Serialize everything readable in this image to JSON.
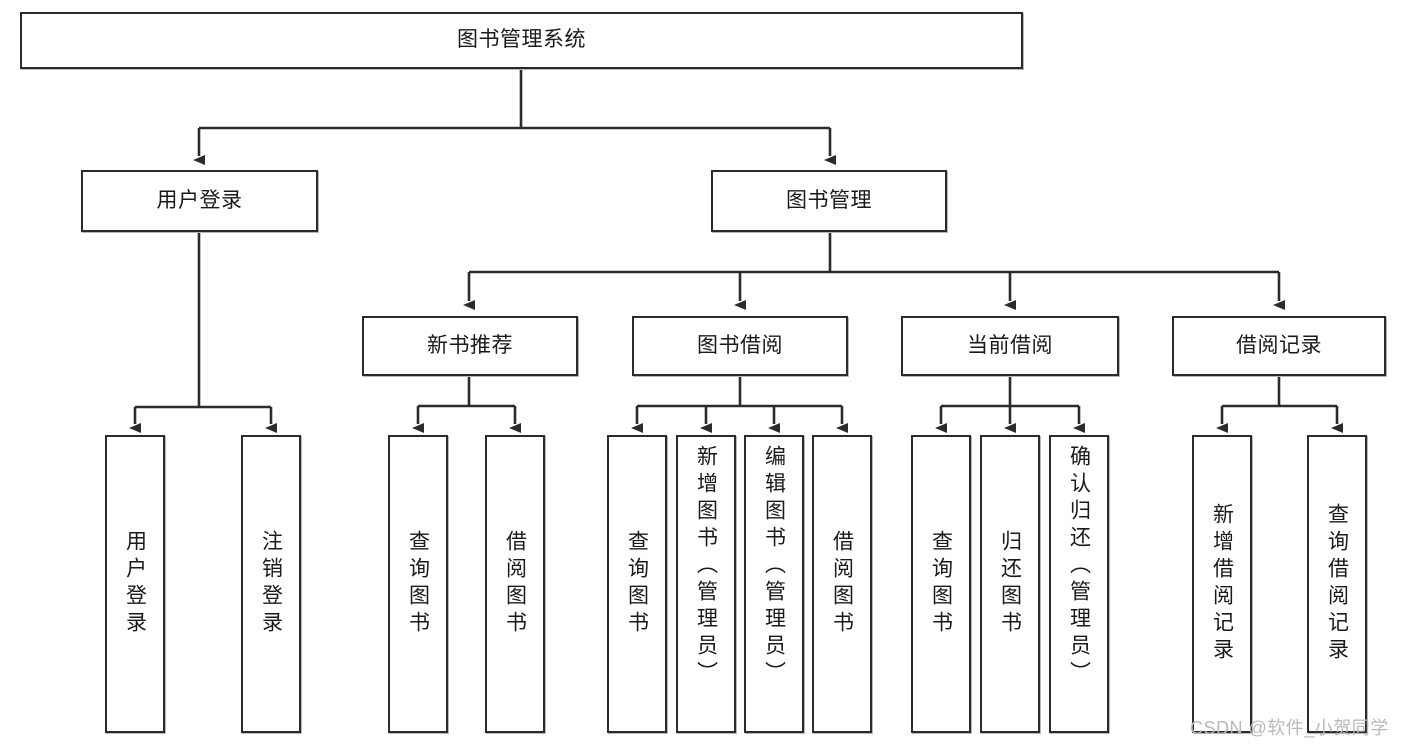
{
  "diagram": {
    "title": "图书管理系统",
    "type": "tree-hierarchy",
    "orientation": "top-down",
    "nodes": {
      "root": {
        "label": "图书管理系统"
      },
      "level2": [
        {
          "id": "user-login",
          "label": "用户登录"
        },
        {
          "id": "book-manage",
          "label": "图书管理"
        }
      ],
      "level3": [
        {
          "id": "new-book-rec",
          "label": "新书推荐"
        },
        {
          "id": "book-borrow",
          "label": "图书借阅"
        },
        {
          "id": "current-borrow",
          "label": "当前借阅"
        },
        {
          "id": "borrow-record",
          "label": "借阅记录"
        }
      ],
      "leaves": {
        "user-login": [
          {
            "id": "leaf-user-login",
            "label": "用户登录"
          },
          {
            "id": "leaf-logout",
            "label": "注销登录"
          }
        ],
        "new-book-rec": [
          {
            "id": "leaf-query-book-1",
            "label": "查询图书"
          },
          {
            "id": "leaf-borrow-book-1",
            "label": "借阅图书"
          }
        ],
        "book-borrow": [
          {
            "id": "leaf-query-book-2",
            "label": "查询图书"
          },
          {
            "id": "leaf-add-book",
            "label": "新增图书（管理员）"
          },
          {
            "id": "leaf-edit-book",
            "label": "编辑图书（管理员）"
          },
          {
            "id": "leaf-borrow-book-2",
            "label": "借阅图书"
          }
        ],
        "current-borrow": [
          {
            "id": "leaf-query-book-3",
            "label": "查询图书"
          },
          {
            "id": "leaf-return-book",
            "label": "归还图书"
          },
          {
            "id": "leaf-confirm-return",
            "label": "确认归还（管理员）"
          }
        ],
        "borrow-record": [
          {
            "id": "leaf-add-record",
            "label": "新增借阅记录"
          },
          {
            "id": "leaf-query-record",
            "label": "查询借阅记录"
          }
        ]
      }
    },
    "colors": {
      "border": "#2b2b2b",
      "fill": "#ffffff",
      "text": "#1a1a1a",
      "edge": "#2b2b2b",
      "watermark": "#b9b9b9"
    }
  },
  "watermark": {
    "text": "CSDN @软件_小贺同学"
  }
}
